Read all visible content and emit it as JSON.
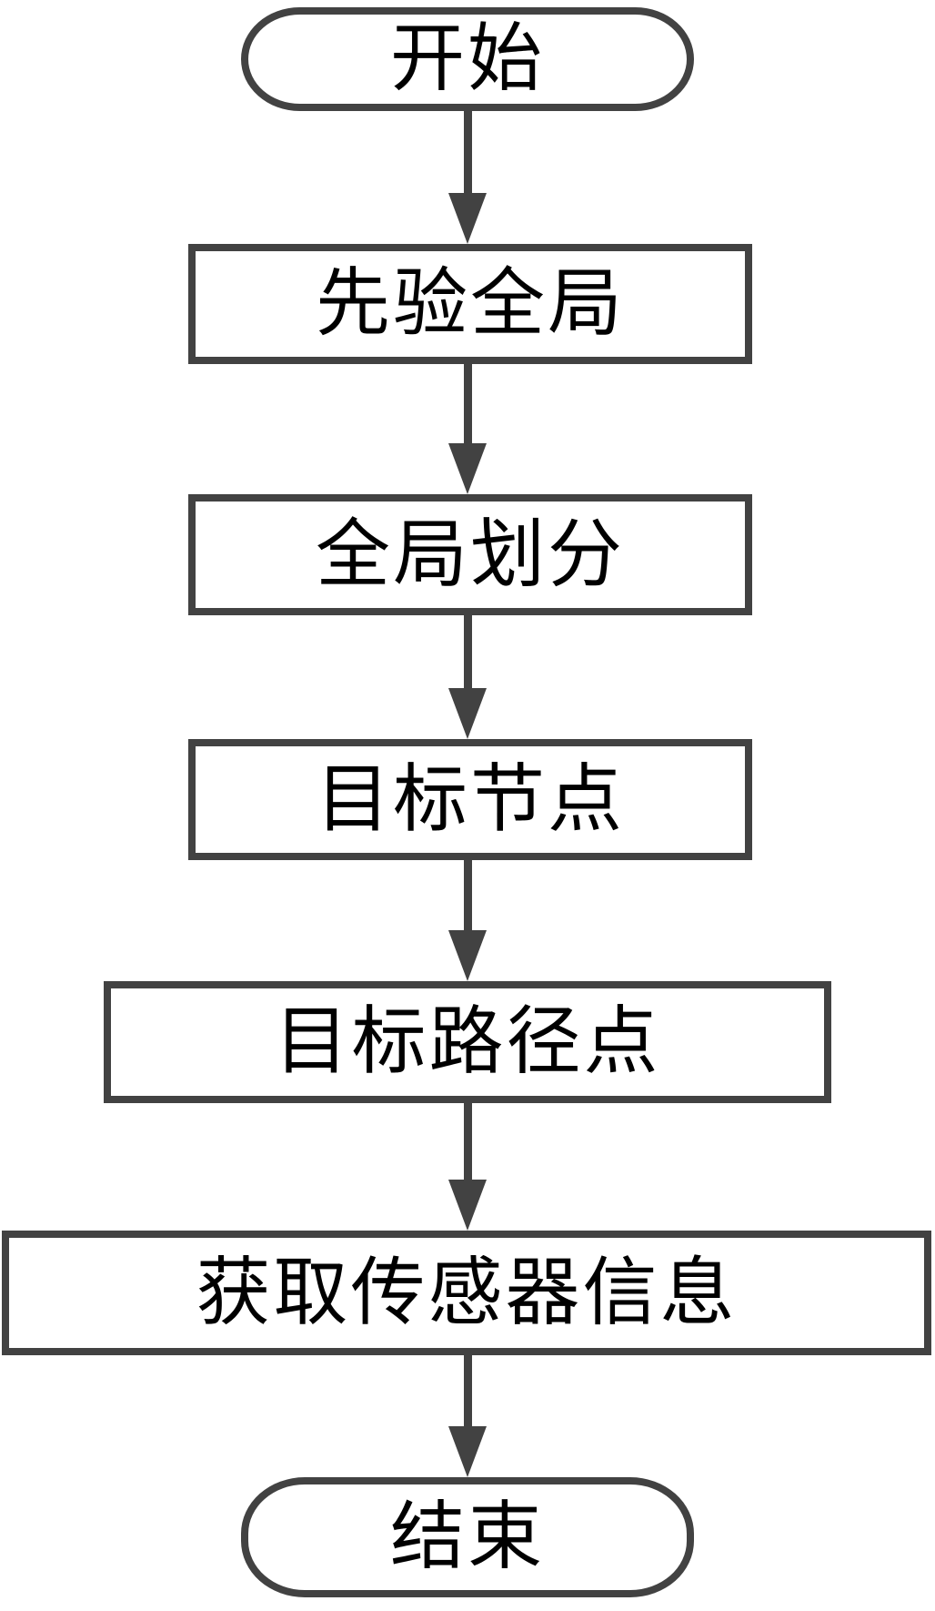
{
  "flowchart": {
    "type": "flowchart",
    "direction": "top-to-bottom",
    "start": {
      "label": "开始",
      "shape": "stadium"
    },
    "steps": [
      {
        "label": "先验全局",
        "shape": "rectangle"
      },
      {
        "label": "全局划分",
        "shape": "rectangle"
      },
      {
        "label": "目标节点",
        "shape": "rectangle"
      },
      {
        "label": "目标路径点",
        "shape": "rectangle"
      },
      {
        "label": "获取传感器信息",
        "shape": "rectangle"
      }
    ],
    "end": {
      "label": "结束",
      "shape": "stadium"
    },
    "connector_count": 6,
    "colors": {
      "stroke": "#424242",
      "text": "#000000",
      "background": "#ffffff"
    }
  }
}
